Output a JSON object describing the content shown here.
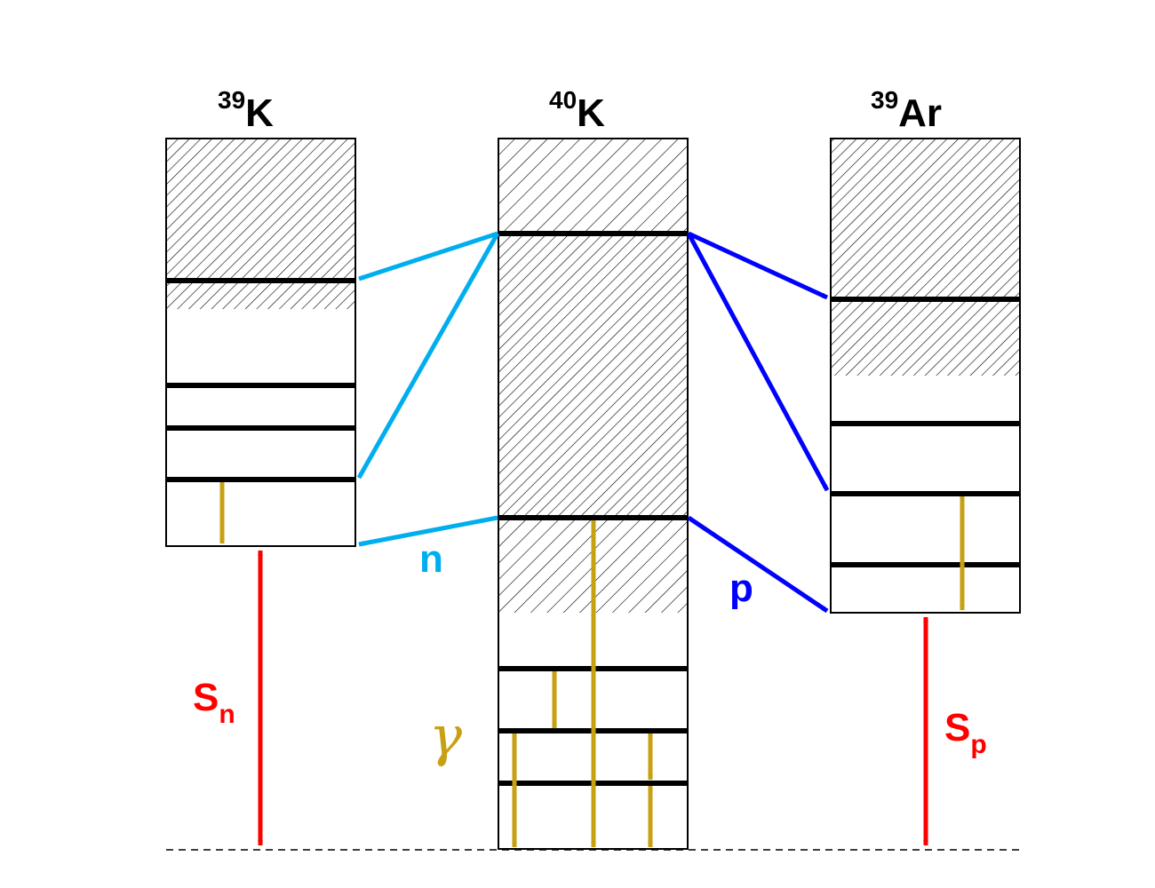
{
  "nuclei": {
    "left": {
      "mass": "39",
      "symbol": "K"
    },
    "center": {
      "mass": "40",
      "symbol": "K"
    },
    "right": {
      "mass": "39",
      "symbol": "Ar"
    }
  },
  "labels": {
    "neutron": "n",
    "proton": "p",
    "gamma": "γ",
    "sn_main": "S",
    "sn_sub": "n",
    "sp_main": "S",
    "sp_sub": "p"
  },
  "colors": {
    "neutron_arrow": "#00AEEF",
    "proton_arrow": "#0000FF",
    "gamma_arrow": "#C8A013",
    "separation_energy": "#FF0000",
    "level_line": "#000000"
  }
}
